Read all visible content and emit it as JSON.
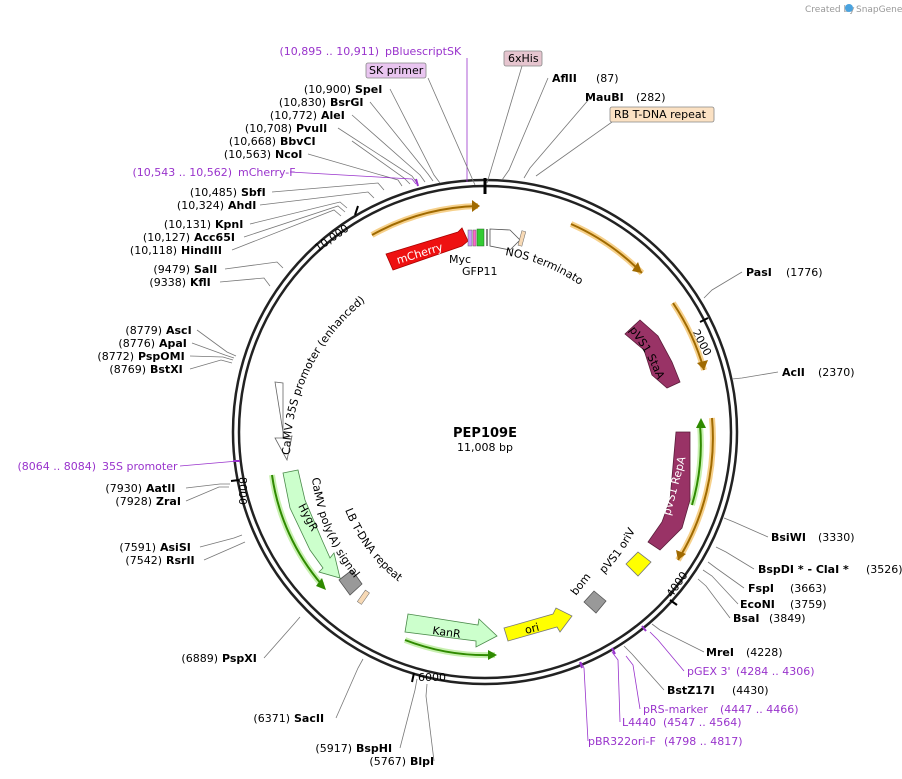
{
  "watermark": {
    "prefix": "Created by",
    "brand": "SnapGene"
  },
  "plasmid": {
    "name": "PEP109E",
    "size": "11,008 bp"
  },
  "ticks": [
    "10,000",
    "2000",
    "4000",
    "6000",
    "8000"
  ],
  "enzymes": [
    {
      "pos": "(10,900)",
      "name": "SpeI"
    },
    {
      "pos": "(10,830)",
      "name": "BsrGI"
    },
    {
      "pos": "(10,772)",
      "name": "AleI"
    },
    {
      "pos": "(10,708)",
      "name": "PvuII"
    },
    {
      "pos": "(10,668)",
      "name": "BbvCI"
    },
    {
      "pos": "(10,563)",
      "name": "NcoI"
    },
    {
      "pos": "(10,485)",
      "name": "SbfI"
    },
    {
      "pos": "(10,324)",
      "name": "AhdI"
    },
    {
      "pos": "(10,131)",
      "name": "KpnI"
    },
    {
      "pos": "(10,127)",
      "name": "Acc65I"
    },
    {
      "pos": "(10,118)",
      "name": "HindIII"
    },
    {
      "pos": "(9479)",
      "name": "SalI"
    },
    {
      "pos": "(9338)",
      "name": "KflI"
    },
    {
      "pos": "(8779)",
      "name": "AscI"
    },
    {
      "pos": "(8776)",
      "name": "ApaI"
    },
    {
      "pos": "(8772)",
      "name": "PspOMI"
    },
    {
      "pos": "(8769)",
      "name": "BstXI"
    },
    {
      "pos": "(7930)",
      "name": "AatII"
    },
    {
      "pos": "(7928)",
      "name": "ZraI"
    },
    {
      "pos": "(7591)",
      "name": "AsiSI"
    },
    {
      "pos": "(7542)",
      "name": "RsrII"
    },
    {
      "pos": "(6889)",
      "name": "PspXI"
    },
    {
      "pos": "(6371)",
      "name": "SacII"
    },
    {
      "pos": "(5917)",
      "name": "BspHI"
    },
    {
      "pos": "(5767)",
      "name": "BlpI"
    },
    {
      "pos": "(87)",
      "name": "AflII"
    },
    {
      "pos": "(282)",
      "name": "MauBI"
    },
    {
      "pos": "(1776)",
      "name": "PasI"
    },
    {
      "pos": "(2370)",
      "name": "AclI"
    },
    {
      "pos": "(3330)",
      "name": "BsiWI"
    },
    {
      "pos": "(3526)",
      "name": "BspDI * - ClaI *"
    },
    {
      "pos": "(3663)",
      "name": "FspI"
    },
    {
      "pos": "(3759)",
      "name": "EcoNI"
    },
    {
      "pos": "(3849)",
      "name": "BsaI"
    },
    {
      "pos": "(4228)",
      "name": "MreI"
    },
    {
      "pos": "(4430)",
      "name": "BstZ17I"
    }
  ],
  "primers": [
    {
      "range": "(10,895 .. 10,911)",
      "name": "pBluescriptSK"
    },
    {
      "range": "(10,543 .. 10,562)",
      "name": "mCherry-F"
    },
    {
      "range": "(8064 .. 8084)",
      "name": "35S promoter"
    },
    {
      "range": "(4284 .. 4306)",
      "name": "pGEX 3'"
    },
    {
      "range": "(4447 .. 4466)",
      "name": "pRS-marker"
    },
    {
      "range": "(4547 .. 4564)",
      "name": "L4440"
    },
    {
      "range": "(4798 .. 4817)",
      "name": "pBR322ori-F"
    }
  ],
  "boxed_labels": [
    {
      "text": "SK primer",
      "color": "#e9c5f0"
    },
    {
      "text": "6xHis",
      "color": "#e6c5cf"
    },
    {
      "text": "RB T-DNA repeat",
      "color": "#fbe1c3"
    }
  ],
  "features": {
    "mcherry": "mCherry",
    "myc": "Myc",
    "gfp11": "GFP11",
    "nos": "NOS terminator",
    "stab": "pVS1 StaA",
    "repa": "pVS1 RepA",
    "orivs": "pVS1 oriV",
    "bom": "bom",
    "ori": "ori",
    "kanr": "KanR",
    "lb": "LB T-DNA repeat",
    "polya": "CaMV poly(A) signal",
    "hygr": "HygR",
    "camv35s": "CaMV 35S promoter (enhanced)"
  },
  "colors": {
    "mcherry": "#ee1111",
    "stab": "#993366",
    "ori": "#ffff00",
    "kanr": "#ccffcc",
    "primer": "#9933cc",
    "orange_arrow": "#cc8800",
    "green_arrow": "#339900"
  }
}
